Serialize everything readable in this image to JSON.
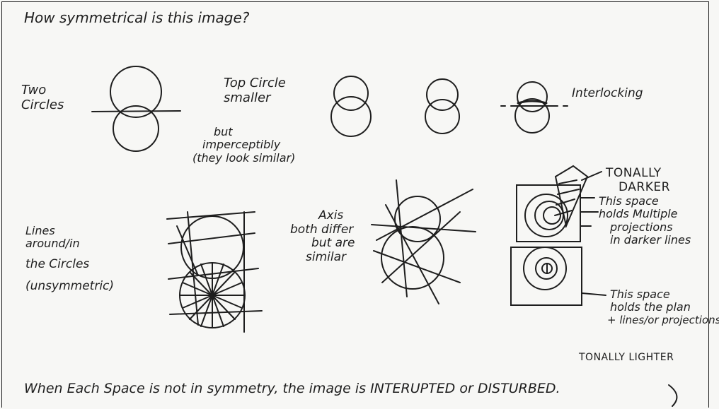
{
  "title": "How symmetrical is this image?",
  "row1": {
    "two_circles": [
      "Two",
      "Circles"
    ],
    "top_circle": [
      "Top Circle",
      "smaller"
    ],
    "imperceptibly": [
      "but",
      "imperceptibly",
      "(they look similar)"
    ],
    "interlocking": "Interlocking"
  },
  "row2": {
    "lines": [
      "Lines",
      "around/in",
      "the Circles",
      "(unsymmetric)"
    ],
    "axis": [
      "Axis",
      "both differ",
      "but are",
      "similar"
    ],
    "tonally_darker": [
      "TONALLY",
      "DARKER"
    ],
    "multiple": [
      "This space",
      "holds Multiple",
      "projections",
      "in darker lines"
    ],
    "plan": [
      "This space",
      "holds the plan",
      "+ lines/or projections"
    ],
    "tonally_lighter": "TONALLY LIGHTER"
  },
  "conclusion": "When Each Space is not in symmetry, the image is INTERUPTED or DISTURBED."
}
